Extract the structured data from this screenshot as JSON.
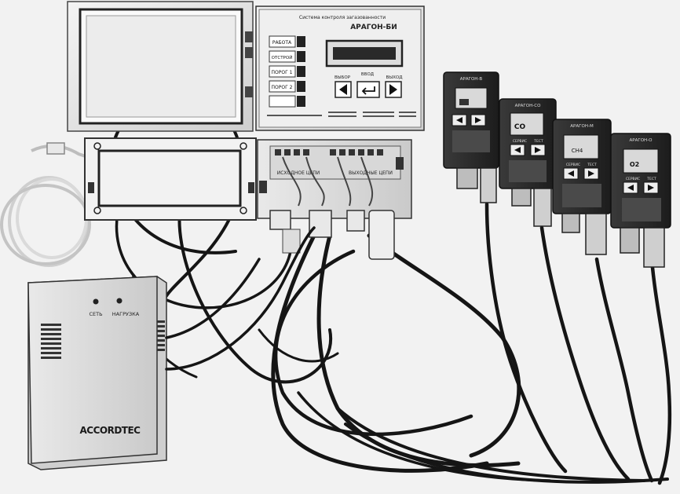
{
  "control_unit": {
    "header_line1": "Система контроля загазованности",
    "header_line2": "АРАГОН-БИ",
    "buttons": [
      "РАБОТА",
      "ОТСТРОЙ",
      "ПОРОГ 1",
      "ПОРОГ 2"
    ],
    "nav_left_label": "ВЫБОР",
    "nav_center_label": "ВВОД",
    "nav_right_label": "ВЫХОД"
  },
  "terminal_box": {
    "label_left": "ИСХОДНОЕ ЦЕПИ",
    "label_right": "ВЫХОДНЫЕ ЦЕПИ"
  },
  "sensors": [
    {
      "title": "АРАГОН-В",
      "gas": ""
    },
    {
      "title": "АРАГОН-СО",
      "gas": "CO"
    },
    {
      "title": "АРАГОН-М",
      "gas": "CH4"
    },
    {
      "title": "АРАГОН-О",
      "gas": "O2"
    }
  ],
  "sensor_button_labels": {
    "left": "СЕРВИС",
    "right": "ТЕСТ"
  },
  "power_supply": {
    "indicator_left": "СЕТЬ",
    "indicator_right": "НАГРУЗКА",
    "brand": "ACCORDTEC"
  },
  "colors": {
    "background": "#f2f2f2",
    "housing": "#e6e6e6",
    "sensor_body": "#2a2a2a",
    "cable": "#151515"
  }
}
